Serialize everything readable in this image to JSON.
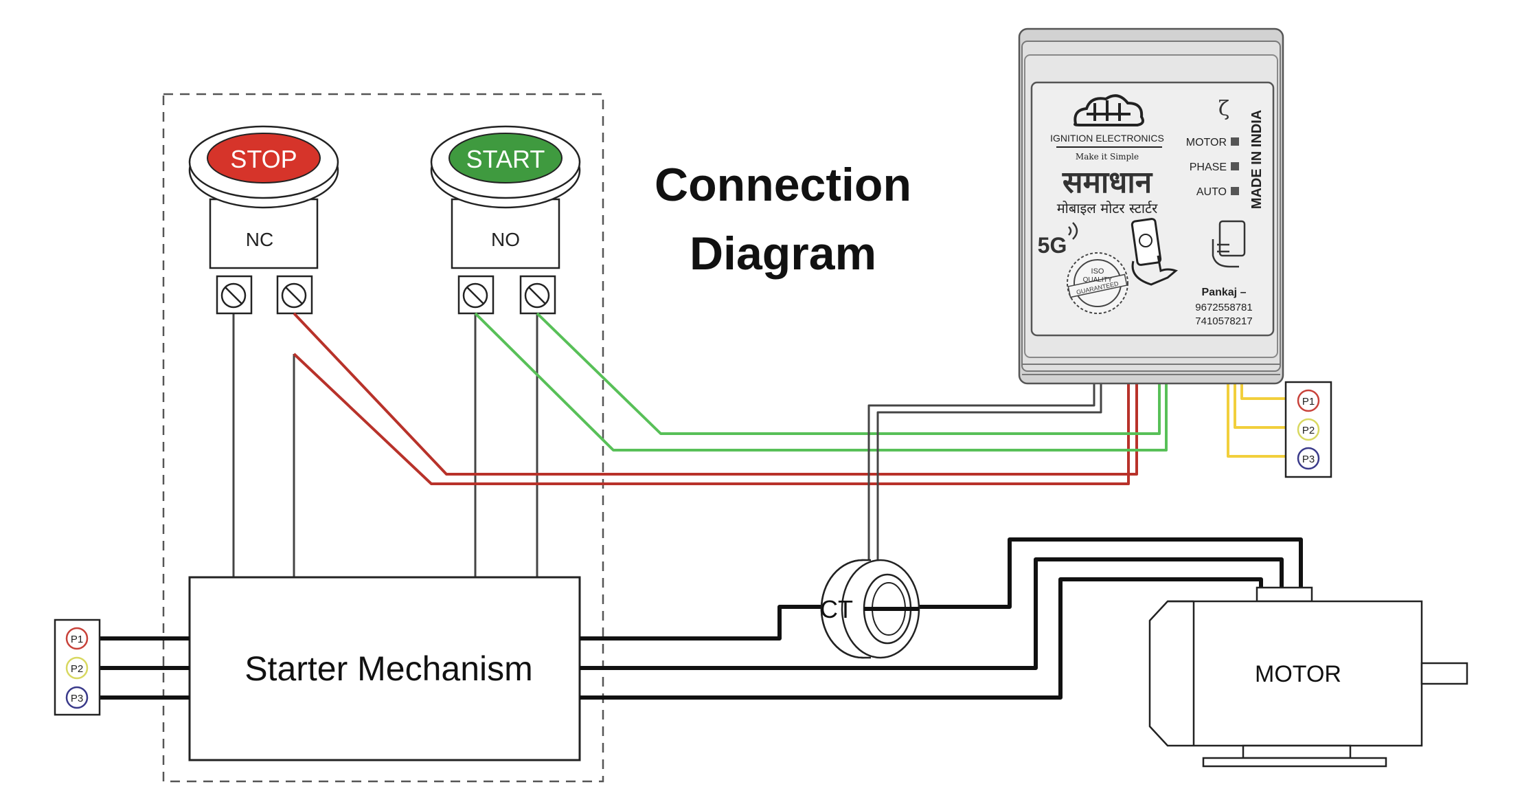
{
  "title": {
    "line1": "Connection",
    "line2": "Diagram"
  },
  "buttons": {
    "stop": {
      "label": "STOP",
      "contact": "NC"
    },
    "start": {
      "label": "START",
      "contact": "NO"
    }
  },
  "starter": {
    "label": "Starter Mechanism"
  },
  "ct": {
    "label": "CT"
  },
  "motor": {
    "label": "MOTOR"
  },
  "phases": {
    "left": [
      "P1",
      "P2",
      "P3"
    ],
    "right": [
      "P1",
      "P2",
      "P3"
    ]
  },
  "device": {
    "brand": "IGNITION ELECTRONICS",
    "tagline": "Make it Simple",
    "product_name": "समाधान",
    "product_subtitle": "मोबाइल मोटर स्टार्टर",
    "corner_glyph": "ζ",
    "network": "5G",
    "indicators": [
      "MOTOR",
      "PHASE",
      "AUTO"
    ],
    "made_in": "MADE IN INDIA",
    "seal_lines": [
      "ISO",
      "QUALITY",
      "GUARANTEED"
    ],
    "contact_name": "Pankaj –",
    "phone_numbers": [
      "9672558781",
      "7410578217"
    ]
  },
  "colors": {
    "stop_red": "#d6342a",
    "start_green": "#3f9a3f",
    "wire_red": "#b8322a",
    "wire_green": "#58c058",
    "wire_yellow": "#f2cf3c",
    "wire_black": "#111111",
    "p1_ring": "#c8423a",
    "p2_ring": "#d8d860",
    "p3_ring": "#3a3a8a"
  }
}
